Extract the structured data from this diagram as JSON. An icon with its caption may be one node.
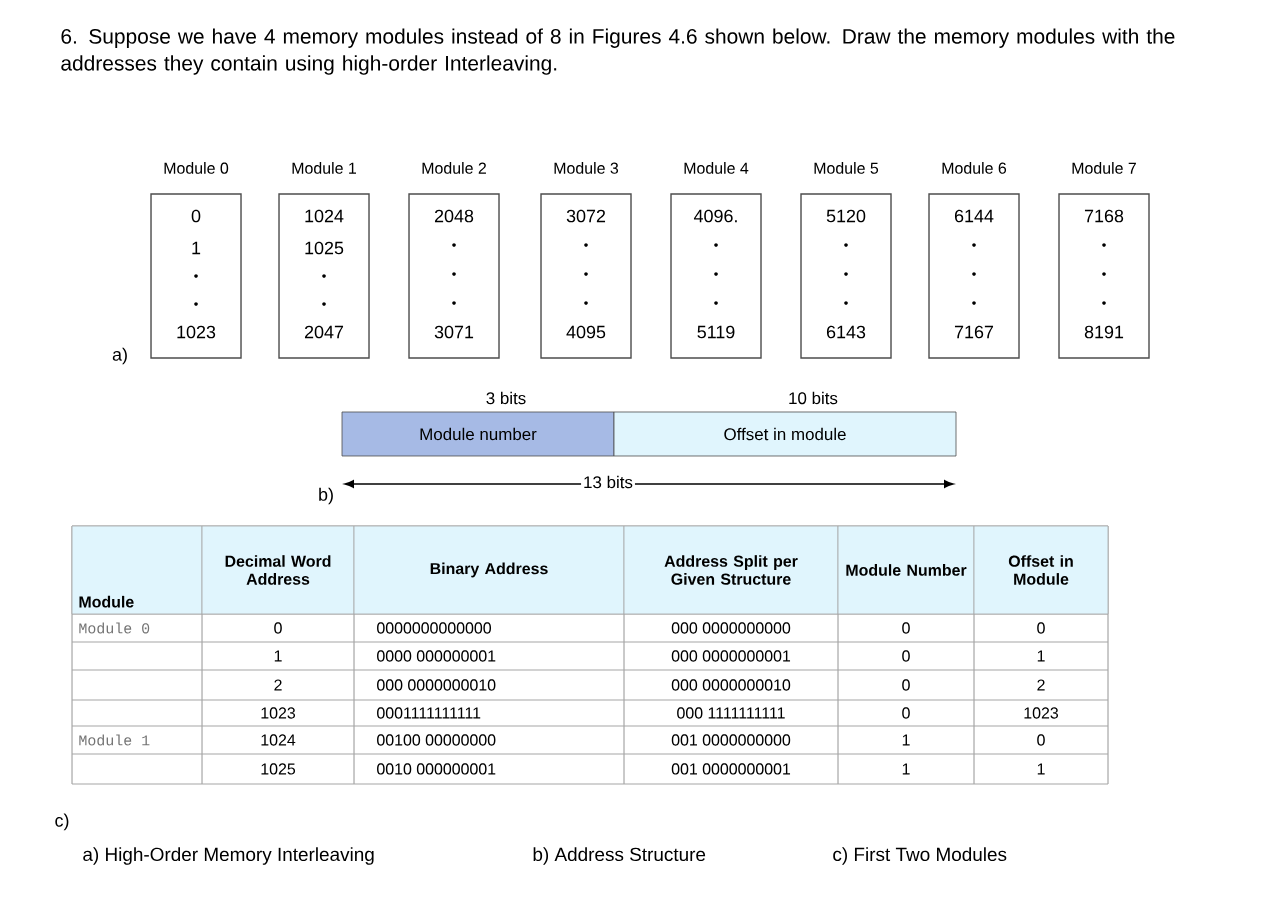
{
  "diagram": {
    "title": "6. Suppose we have 4 memory modules instead of 8 in Figures 4.6 shown below. Draw the memory modules with the addresses they contain using high-order Interleaving.",
    "nodes": [
      {
        "text": [
          "Module 0",
          "0",
          "1",
          "1023"
        ]
      },
      {
        "text": [
          "Module 1",
          "1024",
          "1025",
          "2047"
        ]
      },
      {
        "text": [
          "Module 2",
          "2048",
          "3071"
        ]
      },
      {
        "text": [
          "Module 3",
          "3072",
          "4095"
        ]
      },
      {
        "text": [
          "Module 4",
          "4096.",
          "5119"
        ]
      },
      {
        "text": [
          "Module 5",
          "5120",
          "6143"
        ]
      },
      {
        "text": [
          "Module 6",
          "6144",
          "7167"
        ]
      },
      {
        "text": [
          "Module 7",
          "7168",
          "8191"
        ]
      },
      {
        "text": [
          "Module number"
        ],
        "beside": [
          "3 bits"
        ]
      },
      {
        "text": [
          "Offset in module"
        ],
        "beside": [
          "10 bits"
        ]
      }
    ],
    "labels": [
      "a)",
      "13 bits",
      "b)",
      "Module",
      "Decimal Word Address",
      "Binary Address",
      "Address Split per Given Structure",
      "Module Number",
      "Offset in Module",
      "Module 0",
      "0",
      "0000000000000",
      "000 0000000000",
      "0",
      "0",
      "1",
      "0000 000000001",
      "000 0000000001",
      "0",
      "1",
      "2",
      "000 0000000010",
      "000 0000000010",
      "0",
      "2",
      "1023",
      "0001111111111",
      "000 1111111111",
      "0",
      "1023",
      "Module 1",
      "1024",
      "00100 00000000",
      "001 0000000000",
      "1",
      "0",
      "1025",
      "0010 000000001",
      "001 0000000001",
      "1",
      "1",
      "c)",
      "a) High-Order Memory Interleaving",
      "b) Address Structure",
      "c) First Two Modules"
    ]
  }
}
